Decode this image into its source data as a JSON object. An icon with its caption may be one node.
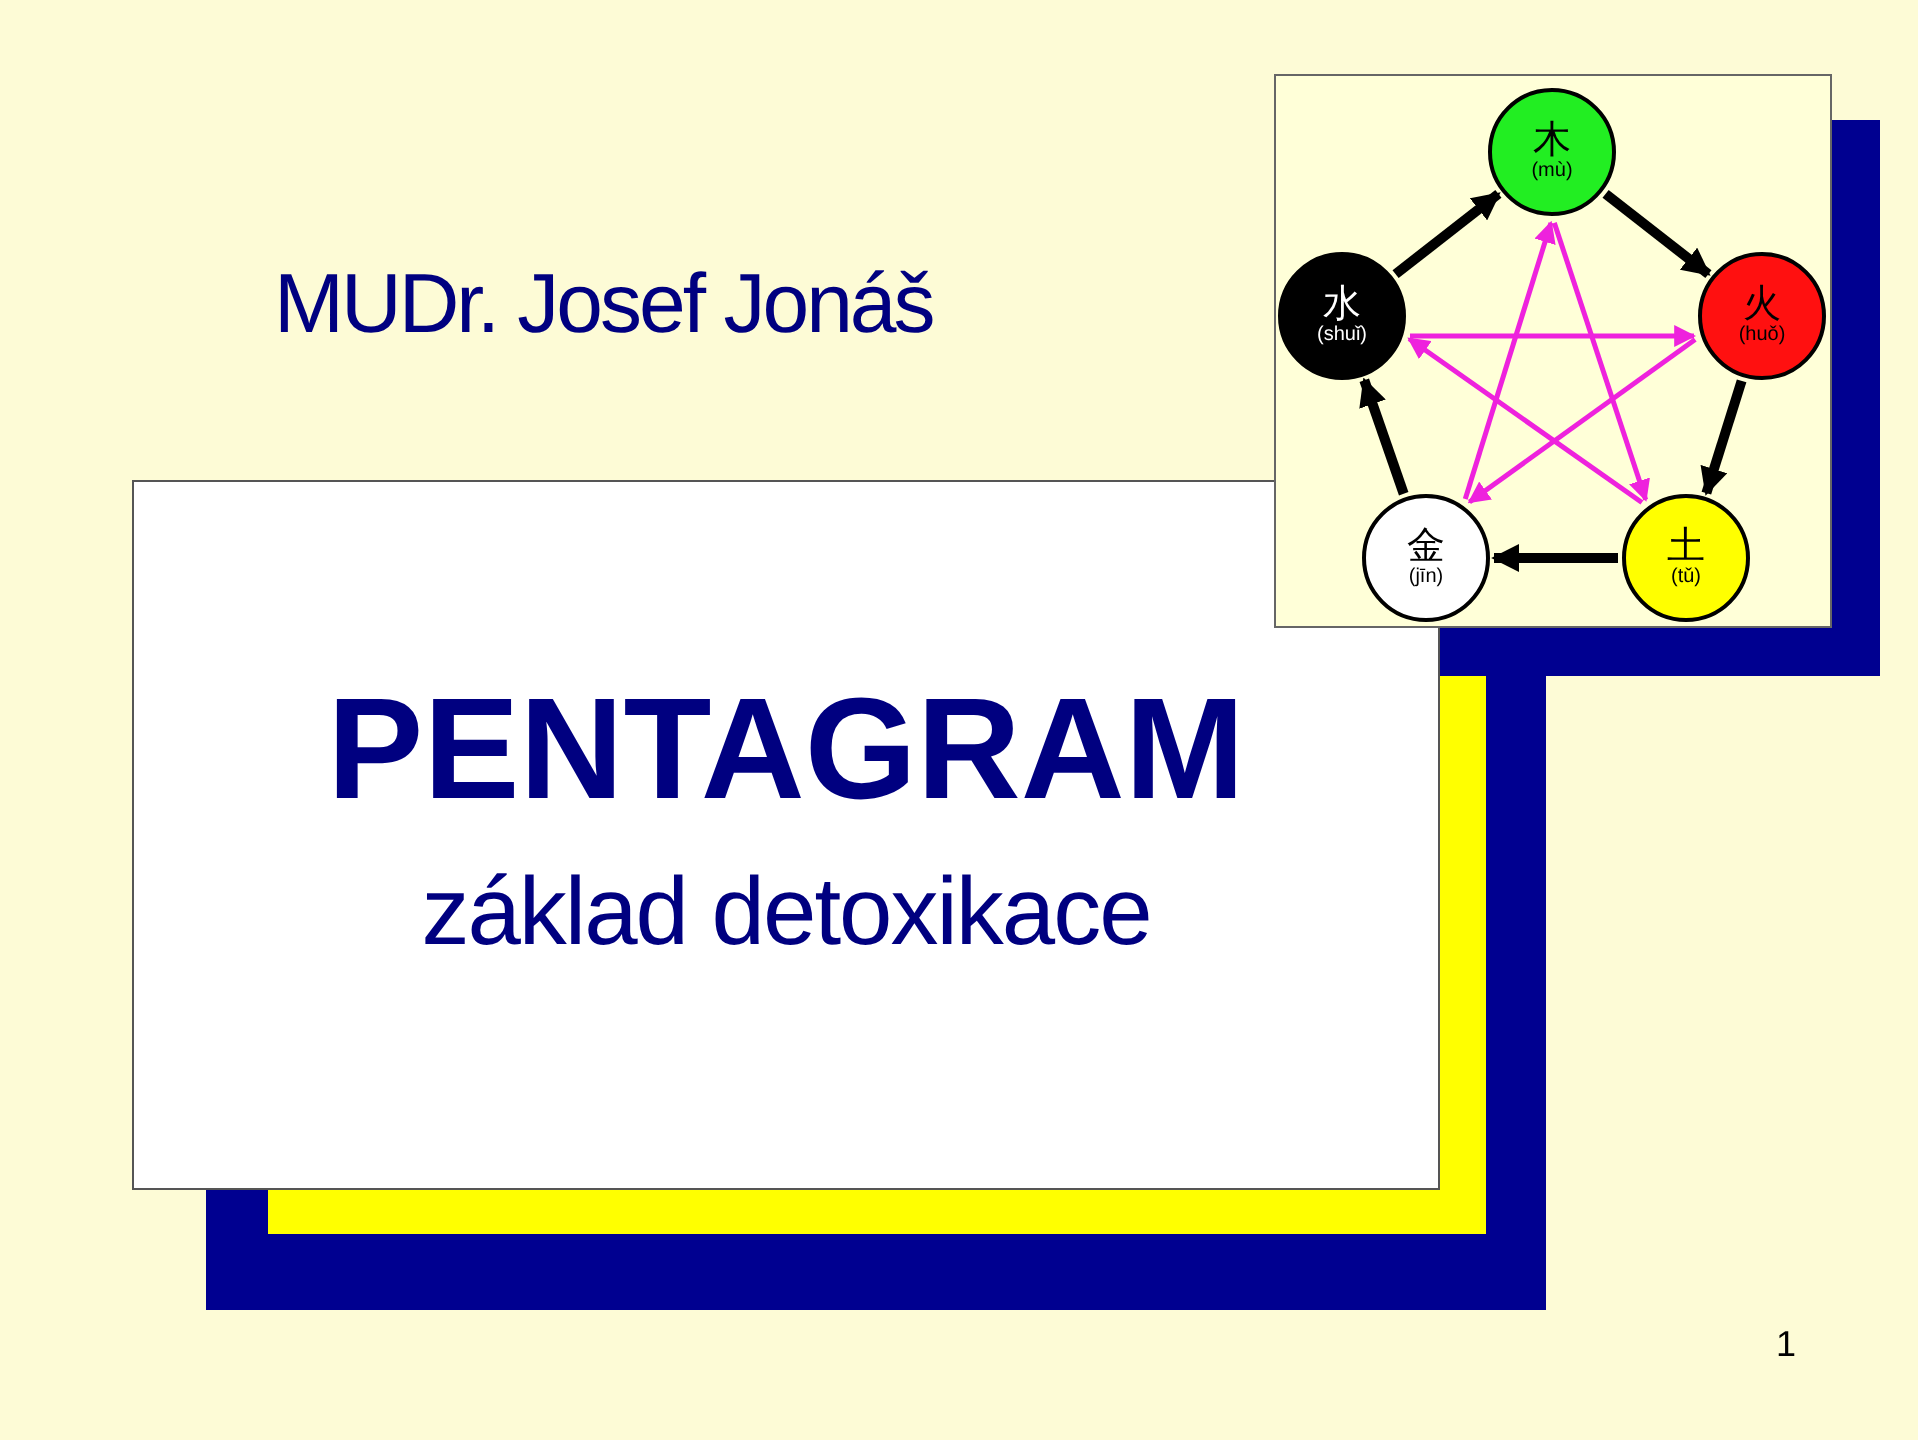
{
  "diagram": {
    "title": "MUDr. Josef Jonáš",
    "nodes": [
      {
        "text": [],
        "shape": "box"
      },
      {
        "text": [
          "木",
          "(mù)"
        ],
        "in": 0
      },
      {
        "text": [
          "水",
          "(shuǐ)"
        ],
        "in": 0
      },
      {
        "text": [
          "火",
          "(huǒ)"
        ],
        "in": 0
      },
      {
        "text": [
          "金",
          "(jīn)"
        ],
        "in": 0
      },
      {
        "text": [
          "土",
          "(tǔ)"
        ],
        "in": 0
      },
      {
        "text": [
          "PENTAGRAM",
          "základ detoxikace"
        ]
      }
    ],
    "edges": [
      {
        "from": 2,
        "to": 1,
        "arrow": "to",
        "style": "thick"
      },
      {
        "from": 1,
        "to": 3,
        "arrow": "to",
        "style": "thick"
      },
      {
        "from": 3,
        "to": 5,
        "arrow": "to",
        "style": "thick"
      },
      {
        "from": 5,
        "to": 4,
        "arrow": "to",
        "style": "thick"
      },
      {
        "from": 4,
        "to": 2,
        "arrow": "to",
        "style": "thick"
      },
      {
        "from": 2,
        "to": 3,
        "arrow": "to",
        "color": "#ee22dd"
      },
      {
        "from": 3,
        "to": 4,
        "arrow": "to",
        "color": "#ee22dd"
      },
      {
        "from": 4,
        "to": 1,
        "arrow": "to",
        "color": "#ee22dd"
      },
      {
        "from": 1,
        "to": 5,
        "arrow": "to",
        "color": "#ee22dd"
      },
      {
        "from": 5,
        "to": 2,
        "arrow": "to",
        "color": "#ee22dd"
      }
    ],
    "labels": [
      "1"
    ]
  }
}
